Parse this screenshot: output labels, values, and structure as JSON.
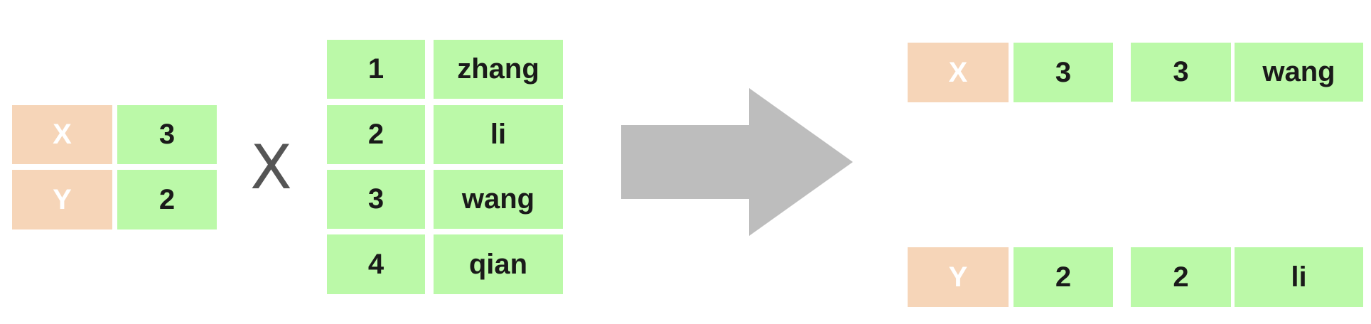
{
  "left_table": [
    {
      "key": "X",
      "value": "3"
    },
    {
      "key": "Y",
      "value": "2"
    }
  ],
  "operator": "X",
  "right_table": [
    {
      "id": "1",
      "name": "zhang"
    },
    {
      "id": "2",
      "name": "li"
    },
    {
      "id": "3",
      "name": "wang"
    },
    {
      "id": "4",
      "name": "qian"
    }
  ],
  "results": [
    {
      "key": "X",
      "value": "3",
      "id": "3",
      "name": "wang"
    },
    {
      "key": "Y",
      "value": "2",
      "id": "2",
      "name": "li"
    }
  ],
  "colors": {
    "key_cell": "#f6d5b8",
    "value_cell": "#bbf9a8",
    "arrow": "#bdbdbd"
  },
  "icons": {
    "arrow": "right-arrow-icon"
  }
}
